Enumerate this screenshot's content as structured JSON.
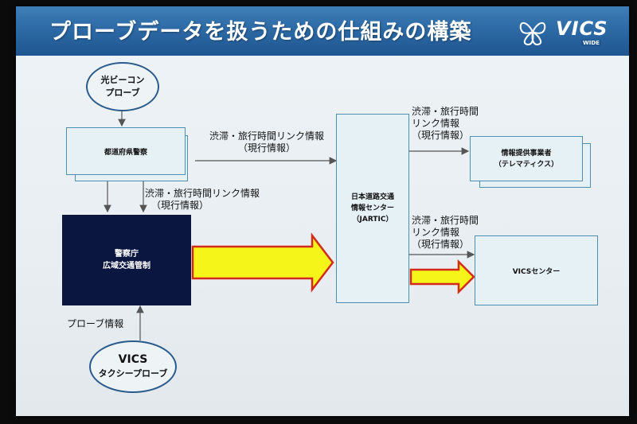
{
  "title": "プローブデータを扱うための仕組みの構築",
  "logo": {
    "text": "VICS",
    "sub": "WIDE"
  },
  "nodes": {
    "optical_beacon": {
      "line1": "光ビーコン",
      "line2": "プローブ"
    },
    "police_pref": "都道府県警察",
    "npa": {
      "line1": "警察庁",
      "line2": "広域交通管制"
    },
    "vics_taxi": {
      "line1": "VICS",
      "line2": "タクシープローブ"
    },
    "jartic": {
      "line1": "日本道路交通",
      "line2": "情報センター",
      "line3": "（JARTIC）"
    },
    "telematics": {
      "line1": "情報提供事業者",
      "line2": "（テレマティクス）"
    },
    "vics_center": "VICSセンター"
  },
  "labels": {
    "top_link": {
      "line1": "渋滞・旅行時間リンク情報",
      "line2": "（現行情報）"
    },
    "mid_link": {
      "line1": "渋滞・旅行時間リンク情報",
      "line2": "（現行情報）"
    },
    "right_top_link": {
      "line1": "渋滞・旅行時間",
      "line2": "リンク情報",
      "line3": "（現行情報）"
    },
    "right_bottom_link": {
      "line1": "渋滞・旅行時間",
      "line2": "リンク情報",
      "line3": "（現行情報）"
    },
    "probe_info": "プローブ情報"
  },
  "colors": {
    "title_bar": "#2d6aa6",
    "box_border": "#4d8fb0",
    "dark_box": "#0a1540",
    "arrow_fill": "#f5f51a",
    "arrow_border": "#d42a1a"
  }
}
